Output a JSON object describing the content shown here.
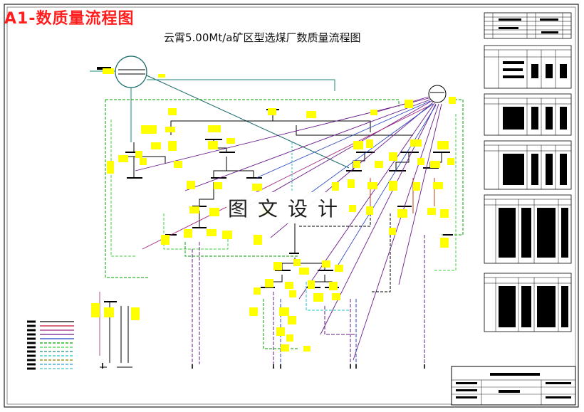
{
  "document": {
    "label": "A1-数质量流程图",
    "title": "云霄5.00Mt/a矿区型选煤厂数质量流程图",
    "watermark": "图文设计"
  },
  "colors": {
    "background": "#ffffff",
    "label_red": "#ff1e1e",
    "note_yellow": "#ffff00",
    "line_black": "#000000",
    "line_green": "#00a000",
    "line_teal": "#1a8a7a",
    "line_purple": "#6a1a8a",
    "line_blue": "#2040c0",
    "line_cyan": "#20c0c0",
    "line_lime": "#40d040",
    "line_magenta": "#a0207a"
  },
  "legend": {
    "line_colors": [
      "#000000",
      "#c01030",
      "#a0207a",
      "#6a1a8a",
      "#2040c0",
      "#00a000",
      "#40d040",
      "#1a8a7a",
      "#20c0c0",
      "#808000",
      "#20a0d0",
      "#40c0c0"
    ]
  }
}
